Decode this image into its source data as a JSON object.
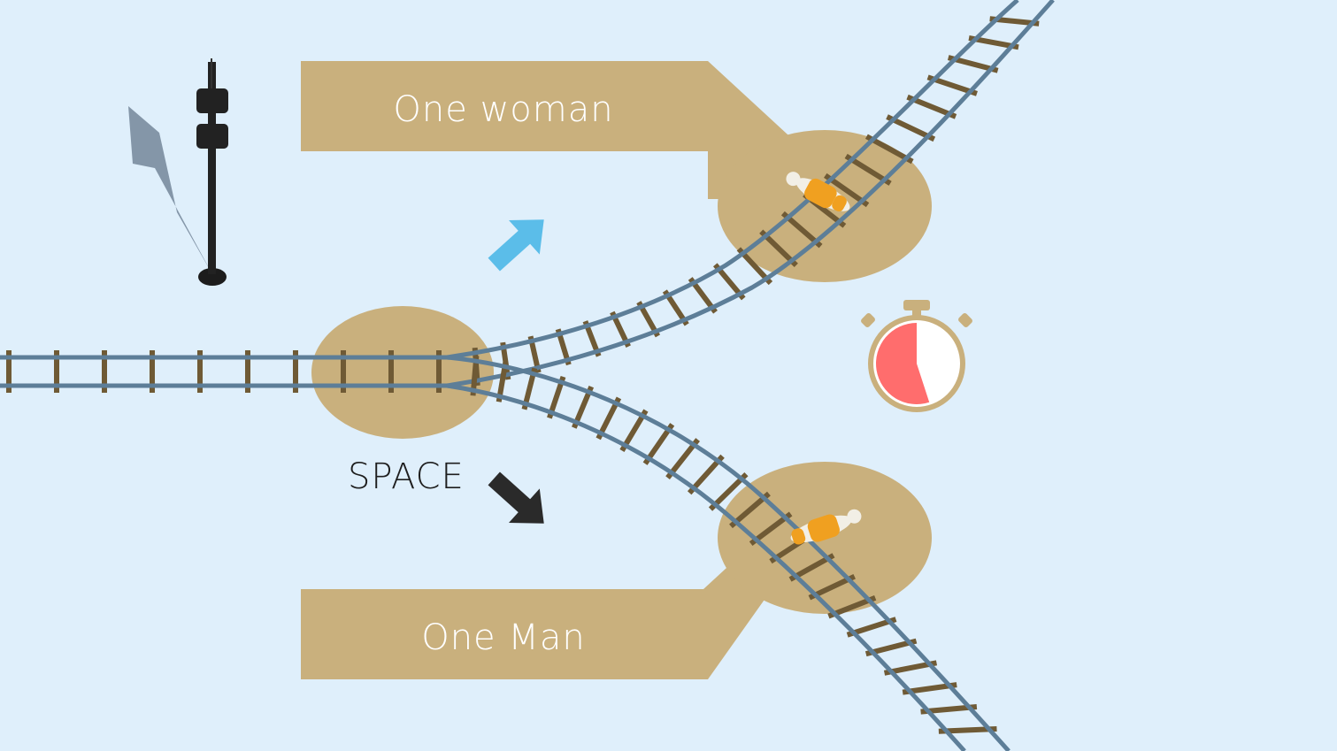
{
  "choices": {
    "top_label": "One woman",
    "bottom_label": "One Man"
  },
  "controls": {
    "switch_key": "SPACE"
  },
  "timer": {
    "remaining_fraction": 0.55,
    "fill_color": "#ff6d6d",
    "ring_color": "#c9b07d"
  },
  "colors": {
    "background": "#dfeffb",
    "ground": "#c9b07d",
    "rail": "#5d7e98",
    "tie": "#6f5a35",
    "up_arrow": "#5bbde9",
    "down_arrow": "#2a2a2a"
  },
  "icons": {
    "up_arrow": "arrow-up-right-icon",
    "down_arrow": "arrow-down-right-icon",
    "signal": "railway-signal-icon",
    "stopwatch": "stopwatch-icon"
  }
}
